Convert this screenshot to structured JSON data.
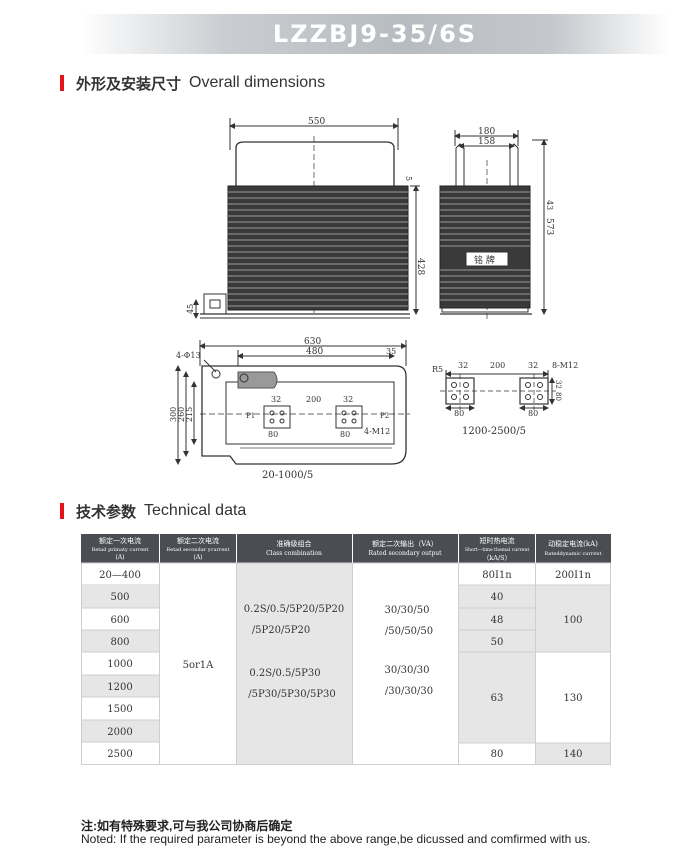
{
  "banner": {
    "title": "LZZBJ9-35/6S"
  },
  "dimensions_section": {
    "title_cn": "外形及安装尺寸",
    "title_en": "Overall dimensions"
  },
  "drawings": {
    "front": {
      "width": "550",
      "height": "428",
      "foot": "45",
      "top_small": "5"
    },
    "side": {
      "width_outer": "180",
      "width_inner": "158",
      "height": "573",
      "height_small": "43",
      "nameplate": "铭 牌"
    },
    "plan": {
      "width": "630",
      "inner_width": "480",
      "right_dim": "35",
      "holes": "4-Φ13",
      "height_outer": "300",
      "height_mid": "260",
      "height_inner": "215",
      "terminal_a": "32",
      "terminal_b": "200",
      "terminal_c": "32",
      "terminal_w1": "80",
      "terminal_w2": "80",
      "terminal_bolts": "4-M12",
      "p1": "P1",
      "p2": "P2",
      "ratio": "20-1000/5"
    },
    "detail": {
      "r": "R5",
      "a": "32",
      "b": "200",
      "c": "32",
      "bolts": "8-M12",
      "w1": "80",
      "w2": "80",
      "h1": "32",
      "h2": "80",
      "ratio": "1200-2500/5"
    }
  },
  "technical_section": {
    "title_cn": "技术参数",
    "title_en": "Technical data"
  },
  "table": {
    "headers": [
      {
        "cn": "额定一次电流",
        "en": "Retad primaty current",
        "unit": "(A)"
      },
      {
        "cn": "额定二次电流",
        "en": "Retad secondar ycurrent",
        "unit": "(A)"
      },
      {
        "cn": "准确级组合",
        "en": "Class combination",
        "unit": ""
      },
      {
        "cn": "额定二次输出（VA）",
        "en": "Rated secondary output",
        "unit": ""
      },
      {
        "cn": "短时热电流",
        "en": "Short—time themal current",
        "unit": "（kA/S）"
      },
      {
        "cn": "动稳定电流(kA)",
        "en": "Rateddynamic current",
        "unit": ""
      }
    ],
    "primary_currents": [
      "20—400",
      "500",
      "600",
      "800",
      "1000",
      "1200",
      "1500",
      "2000",
      "2500"
    ],
    "secondary_current": "5or1A",
    "class_group1": [
      "0.2S/0.5/5P20/5P20",
      "/5P20/5P20"
    ],
    "class_group2": [
      "0.2S/0.5/5P30",
      "/5P30/5P30/5P30"
    ],
    "output_group1": [
      "30/30/50",
      "/50/50/50"
    ],
    "output_group2": [
      "30/30/30",
      "/30/30/30"
    ],
    "thermal": [
      "80I1n",
      "40",
      "48",
      "50",
      "63",
      "80"
    ],
    "dynamic": [
      "200I1n",
      "100",
      "130",
      "140"
    ]
  },
  "notes": {
    "cn": "注:如有特殊要求,可与我公司协商后确定",
    "en": "Noted: If the required parameter is beyond the above range,be dicussed and comfirmed with us."
  }
}
